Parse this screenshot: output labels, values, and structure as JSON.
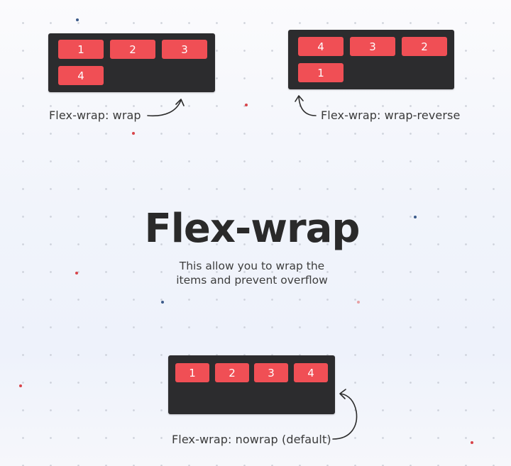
{
  "title": "Flex-wrap",
  "subtitle": {
    "line1": "This allow you to wrap the",
    "line2": "items and prevent overflow"
  },
  "examples": {
    "wrap": {
      "caption": "Flex-wrap: wrap",
      "items": [
        "1",
        "2",
        "3",
        "4"
      ]
    },
    "wrap_reverse": {
      "caption": "Flex-wrap: wrap-reverse",
      "items": [
        "4",
        "3",
        "2",
        "1"
      ]
    },
    "nowrap": {
      "caption": "Flex-wrap: nowrap (default)",
      "items": [
        "1",
        "2",
        "3",
        "4"
      ]
    }
  },
  "colors": {
    "container": "#2c2c2e",
    "item": "#f04f55",
    "item_text": "#ffffff",
    "text": "#2b2b2b",
    "accent_dot_red": "#d8444a",
    "accent_dot_blue": "#3b5a8a"
  }
}
